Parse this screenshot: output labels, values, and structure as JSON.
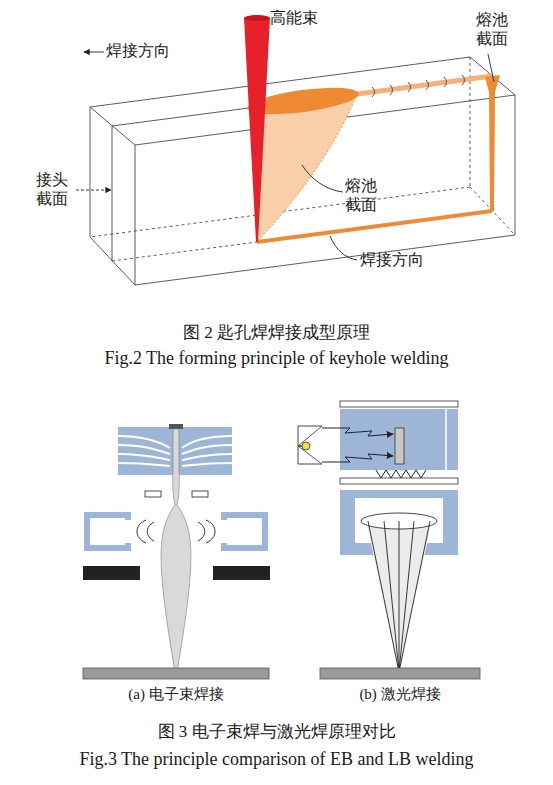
{
  "diagram": {
    "labels": [
      "高能束",
      "焊接方向",
      "熔池 截面",
      "接头 截面",
      "熔池 截面",
      "焊接方向",
      "图 2  匙孔焊焊接成型原理",
      "Fig.2  The forming principle of keyhole welding",
      "(a) 电子束焊接",
      "(b) 激光焊接",
      "图 3  电子束焊与激光焊原理对比",
      "Fig.3  The principle comparison of EB and LB welding"
    ]
  }
}
